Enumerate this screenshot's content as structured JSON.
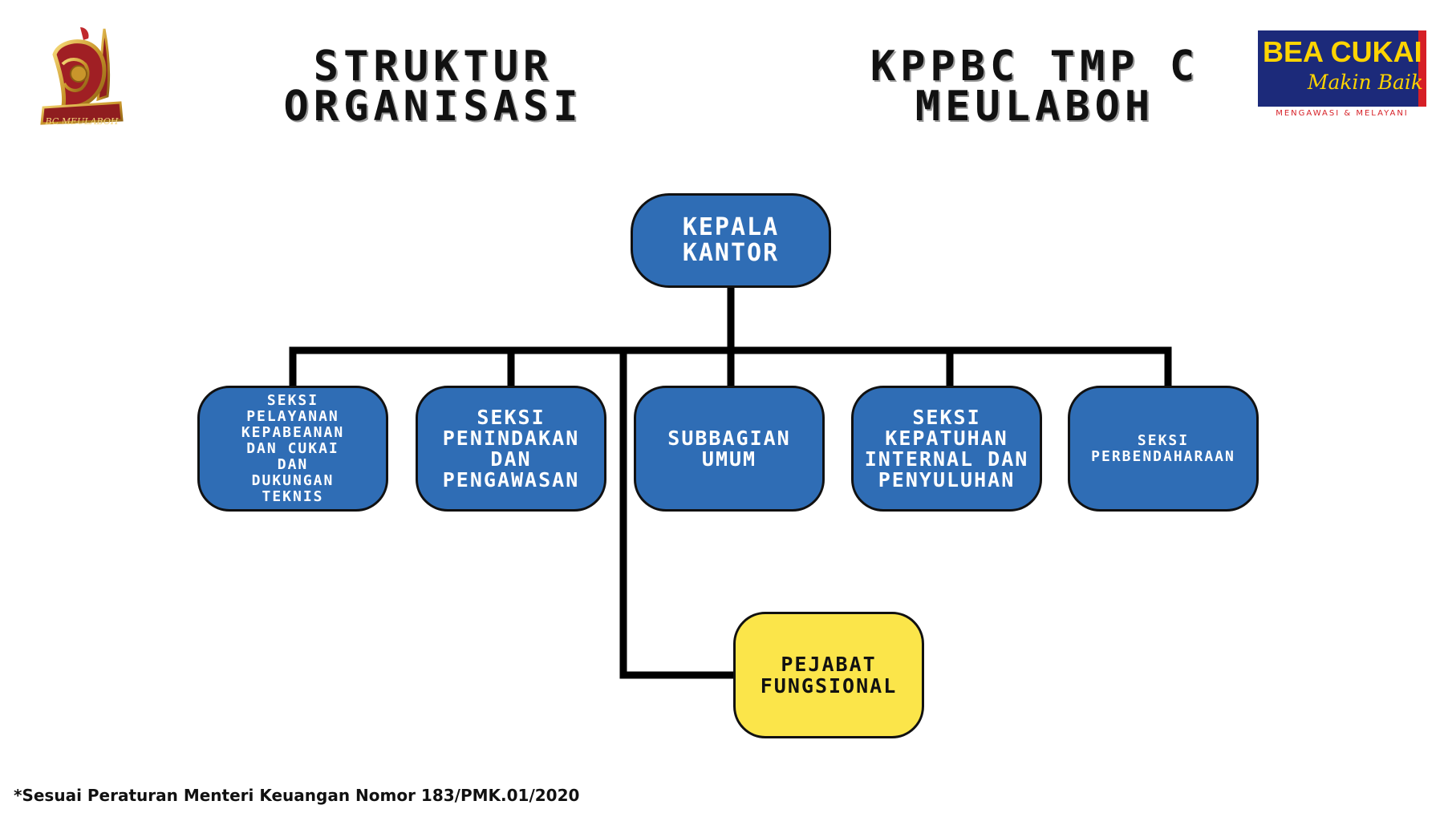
{
  "header": {
    "title_left": [
      "STRUKTUR",
      "ORGANISASI"
    ],
    "title_right": [
      "KPPBC TMP C",
      "MEULABOH"
    ]
  },
  "logo_left": {
    "text": "BC MEULABOH"
  },
  "logo_right": {
    "name": "BEA CUKAI",
    "tagline": "Makin Baik",
    "motto": "MENGAWASI & MELAYANI"
  },
  "colors": {
    "node_blue": "#2f6db5",
    "node_yellow": "#fbe54a",
    "brand_navy": "#1c2a7a",
    "brand_yellow": "#ffd400",
    "brand_red": "#d61f26"
  },
  "org_chart": {
    "root": "KEPALA\nKANTOR",
    "units": [
      "SEKSI\nPELAYANAN\nKEPABEANAN\nDAN CUKAI\nDAN\nDUKUNGAN\nTEKNIS",
      "SEKSI\nPENINDAKAN\nDAN\nPENGAWASAN",
      "SUBBAGIAN\nUMUM",
      "SEKSI\nKEPATUHAN\nINTERNAL DAN\nPENYULUHAN",
      "SEKSI\nPERBENDAHARAAN"
    ],
    "functional": "PEJABAT\nFUNGSIONAL"
  },
  "footnote": "*Sesuai Peraturan Menteri Keuangan Nomor 183/PMK.01/2020"
}
